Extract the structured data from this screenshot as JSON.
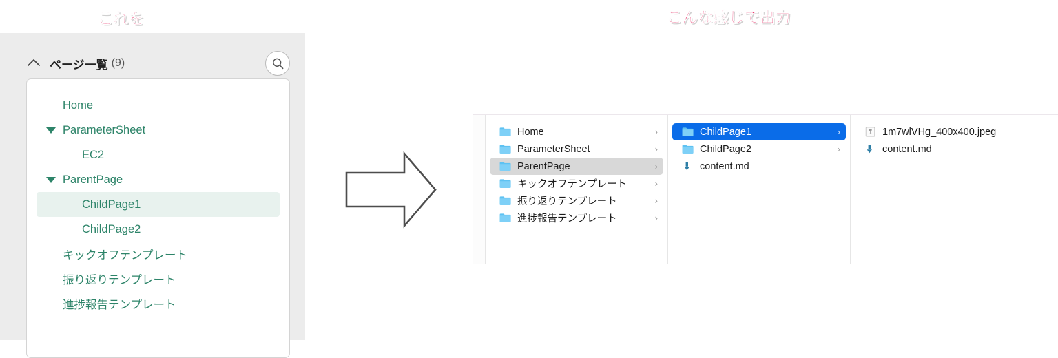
{
  "captions": {
    "left": "これを",
    "right": "こんな感じで出力",
    "color": "#e8346b"
  },
  "left_panel": {
    "collapse_icon": "chevron-up-icon",
    "title": "ページ一覧",
    "count": "(9)",
    "search_icon": "search-icon",
    "accent_color": "#2d8469",
    "selected_highlight_color": "#e8f2ee",
    "tree": [
      {
        "label": "Home",
        "depth": 0,
        "twisty": false,
        "selected": false
      },
      {
        "label": "ParameterSheet",
        "depth": 0,
        "twisty": true,
        "selected": false
      },
      {
        "label": "EC2",
        "depth": 1,
        "twisty": false,
        "selected": false
      },
      {
        "label": "ParentPage",
        "depth": 0,
        "twisty": true,
        "selected": false
      },
      {
        "label": "ChildPage1",
        "depth": 1,
        "twisty": false,
        "selected": true
      },
      {
        "label": "ChildPage2",
        "depth": 1,
        "twisty": false,
        "selected": false
      },
      {
        "label": "キックオフテンプレート",
        "depth": 0,
        "twisty": false,
        "selected": false
      },
      {
        "label": "振り返りテンプレート",
        "depth": 0,
        "twisty": false,
        "selected": false
      },
      {
        "label": "進捗報告テンプレート",
        "depth": 0,
        "twisty": false,
        "selected": false
      }
    ]
  },
  "arrow": {
    "icon": "right-arrow-icon",
    "stroke": "#4d4d4d"
  },
  "finder": {
    "folder_icon_color": "#5ec2f2",
    "selected_row_color_blue": "#0a6ce8",
    "selected_row_color_grey": "#d8d8d8",
    "columns": [
      {
        "name": "column-1",
        "items": [
          {
            "label": "Home",
            "icon": "folder-icon",
            "chevron": "›",
            "selected": "none"
          },
          {
            "label": "ParameterSheet",
            "icon": "folder-icon",
            "chevron": "›",
            "selected": "none"
          },
          {
            "label": "ParentPage",
            "icon": "folder-icon",
            "chevron": "›",
            "selected": "grey"
          },
          {
            "label": "キックオフテンプレート",
            "icon": "folder-icon",
            "chevron": "›",
            "selected": "none"
          },
          {
            "label": "振り返りテンプレート",
            "icon": "folder-icon",
            "chevron": "›",
            "selected": "none"
          },
          {
            "label": "進捗報告テンプレート",
            "icon": "folder-icon",
            "chevron": "›",
            "selected": "none"
          }
        ]
      },
      {
        "name": "column-2",
        "items": [
          {
            "label": "ChildPage1",
            "icon": "folder-icon",
            "chevron": "›",
            "selected": "blue"
          },
          {
            "label": "ChildPage2",
            "icon": "folder-icon",
            "chevron": "›",
            "selected": "none"
          },
          {
            "label": "content.md",
            "icon": "markdown-file-icon",
            "chevron": "",
            "selected": "none"
          }
        ]
      },
      {
        "name": "column-3",
        "items": [
          {
            "label": "1m7wlVHg_400x400.jpeg",
            "icon": "image-file-icon",
            "chevron": "",
            "selected": "none"
          },
          {
            "label": "content.md",
            "icon": "markdown-file-icon",
            "chevron": "",
            "selected": "none"
          }
        ]
      }
    ]
  }
}
